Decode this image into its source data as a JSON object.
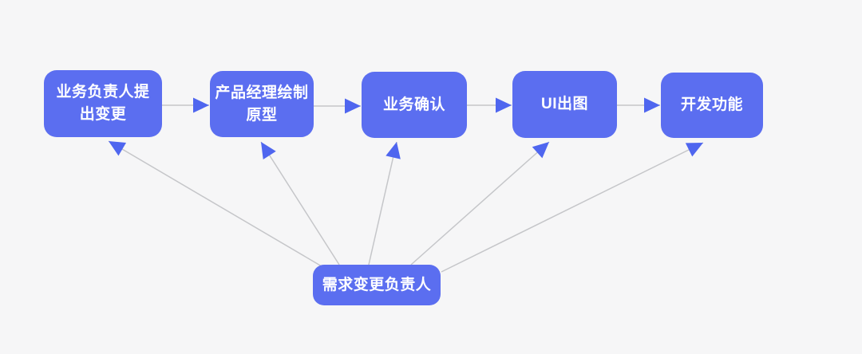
{
  "diagram": {
    "type": "flowchart",
    "background": "#f6f6f7",
    "colors": {
      "node_fill": "#5b6ef0",
      "node_text": "#ffffff",
      "connector_line": "#c5c6c9",
      "arrow_head": "#4f66ef"
    },
    "nodes": [
      {
        "id": "n1",
        "label": "业务负责人提出变更"
      },
      {
        "id": "n2",
        "label": "产品经理绘制原型"
      },
      {
        "id": "n3",
        "label": "业务确认"
      },
      {
        "id": "n4",
        "label": "UI出图"
      },
      {
        "id": "n5",
        "label": "开发功能"
      },
      {
        "id": "n6",
        "label": "需求变更负责人"
      }
    ],
    "edges": [
      {
        "from": "n1",
        "to": "n2",
        "style": "horizontal-arrow"
      },
      {
        "from": "n2",
        "to": "n3",
        "style": "horizontal-arrow"
      },
      {
        "from": "n3",
        "to": "n4",
        "style": "horizontal-arrow"
      },
      {
        "from": "n4",
        "to": "n5",
        "style": "horizontal-arrow"
      },
      {
        "from": "n6",
        "to": "n1",
        "style": "fan-arrow"
      },
      {
        "from": "n6",
        "to": "n2",
        "style": "fan-arrow"
      },
      {
        "from": "n6",
        "to": "n3",
        "style": "fan-arrow"
      },
      {
        "from": "n6",
        "to": "n4",
        "style": "fan-arrow"
      },
      {
        "from": "n6",
        "to": "n5",
        "style": "fan-arrow"
      }
    ]
  }
}
